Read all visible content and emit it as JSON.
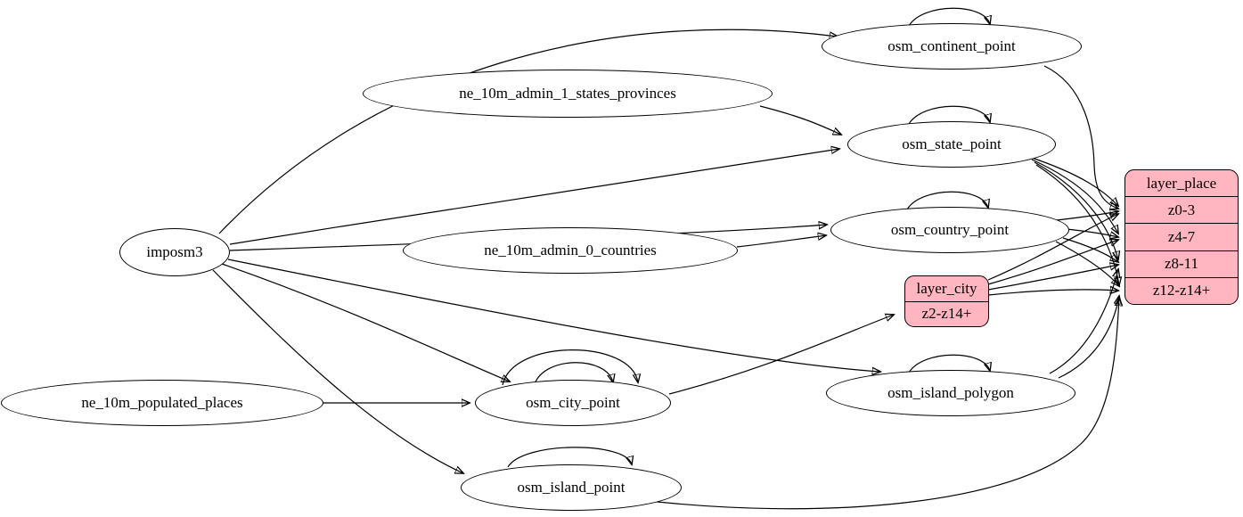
{
  "diagram": {
    "type": "graphviz-digraph",
    "description": "ETL dataflow graph from imposm3 and Natural Earth sources into OSM place tables and tile layers",
    "colors": {
      "background": "#ffffff",
      "node_fill": "#ffffff",
      "record_fill": "#ffb6c1",
      "stroke": "#000000",
      "text": "#000000"
    },
    "nodes": {
      "imposm3": {
        "label": "imposm3",
        "shape": "ellipse"
      },
      "ne_10m_admin_1_states_provinces": {
        "label": "ne_10m_admin_1_states_provinces",
        "shape": "ellipse"
      },
      "ne_10m_admin_0_countries": {
        "label": "ne_10m_admin_0_countries",
        "shape": "ellipse"
      },
      "ne_10m_populated_places": {
        "label": "ne_10m_populated_places",
        "shape": "ellipse"
      },
      "osm_continent_point": {
        "label": "osm_continent_point",
        "shape": "ellipse"
      },
      "osm_state_point": {
        "label": "osm_state_point",
        "shape": "ellipse"
      },
      "osm_country_point": {
        "label": "osm_country_point",
        "shape": "ellipse"
      },
      "osm_city_point": {
        "label": "osm_city_point",
        "shape": "ellipse"
      },
      "osm_island_polygon": {
        "label": "osm_island_polygon",
        "shape": "ellipse"
      },
      "osm_island_point": {
        "label": "osm_island_point",
        "shape": "ellipse"
      }
    },
    "records": {
      "layer_place": {
        "title": "layer_place",
        "rows": [
          "z0-3",
          "z4-7",
          "z8-11",
          "z12-z14+"
        ]
      },
      "layer_city": {
        "title": "layer_city",
        "rows": [
          "z2-z14+"
        ]
      }
    },
    "edges": [
      {
        "from": "imposm3",
        "to": "osm_continent_point"
      },
      {
        "from": "imposm3",
        "to": "osm_state_point"
      },
      {
        "from": "imposm3",
        "to": "osm_country_point"
      },
      {
        "from": "imposm3",
        "to": "osm_city_point"
      },
      {
        "from": "imposm3",
        "to": "osm_island_polygon"
      },
      {
        "from": "imposm3",
        "to": "osm_island_point"
      },
      {
        "from": "ne_10m_admin_1_states_provinces",
        "to": "osm_state_point"
      },
      {
        "from": "ne_10m_admin_0_countries",
        "to": "osm_country_point"
      },
      {
        "from": "ne_10m_populated_places",
        "to": "osm_city_point"
      },
      {
        "from": "osm_continent_point",
        "to": "osm_continent_point",
        "self_loop": true
      },
      {
        "from": "osm_state_point",
        "to": "osm_state_point",
        "self_loop": true
      },
      {
        "from": "osm_country_point",
        "to": "osm_country_point",
        "self_loop": true
      },
      {
        "from": "osm_city_point",
        "to": "osm_city_point",
        "self_loop": true
      },
      {
        "from": "osm_city_point",
        "to": "osm_city_point",
        "self_loop": true
      },
      {
        "from": "osm_island_polygon",
        "to": "osm_island_polygon",
        "self_loop": true
      },
      {
        "from": "osm_island_point",
        "to": "osm_island_point",
        "self_loop": true
      },
      {
        "from": "osm_continent_point",
        "to": "layer_place:z0-3"
      },
      {
        "from": "osm_state_point",
        "to": "layer_place:z0-3"
      },
      {
        "from": "osm_state_point",
        "to": "layer_place:z4-7"
      },
      {
        "from": "osm_state_point",
        "to": "layer_place:z8-11"
      },
      {
        "from": "osm_state_point",
        "to": "layer_place:z12-z14+"
      },
      {
        "from": "osm_country_point",
        "to": "layer_place:z0-3"
      },
      {
        "from": "osm_country_point",
        "to": "layer_place:z4-7"
      },
      {
        "from": "osm_country_point",
        "to": "layer_place:z8-11"
      },
      {
        "from": "osm_country_point",
        "to": "layer_place:z12-z14+"
      },
      {
        "from": "osm_city_point",
        "to": "layer_city:z2-z14+"
      },
      {
        "from": "layer_city",
        "to": "layer_place:z0-3"
      },
      {
        "from": "layer_city",
        "to": "layer_place:z4-7"
      },
      {
        "from": "layer_city",
        "to": "layer_place:z8-11"
      },
      {
        "from": "layer_city",
        "to": "layer_place:z12-z14+"
      },
      {
        "from": "osm_island_polygon",
        "to": "layer_place:z8-11"
      },
      {
        "from": "osm_island_polygon",
        "to": "layer_place:z12-z14+"
      },
      {
        "from": "osm_island_point",
        "to": "layer_place:z12-z14+"
      }
    ]
  }
}
